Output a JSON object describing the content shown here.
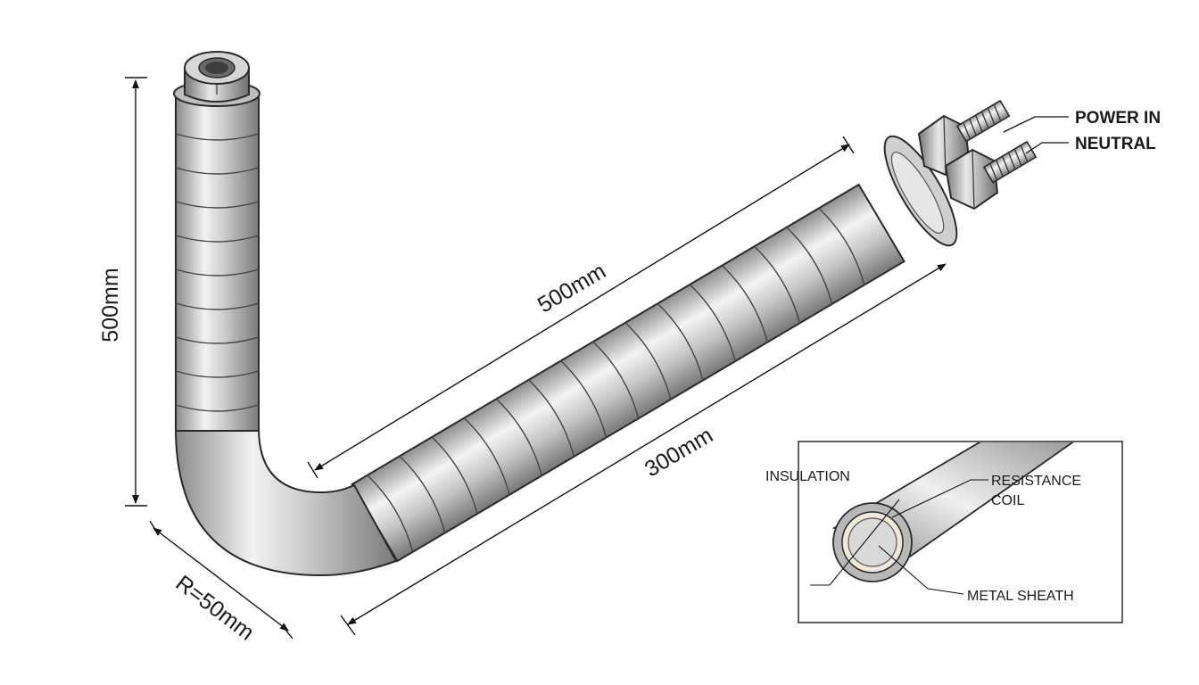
{
  "diagram": {
    "dimensions": {
      "vertical_length": "500mm",
      "diagonal_length_top": "500mm",
      "diagonal_length_bottom": "300mm",
      "bend_radius": "R=50mm"
    },
    "terminals": {
      "power": "POWER IN",
      "neutral": "NEUTRAL"
    },
    "cross_section": {
      "insulation": "INSULATION",
      "resistance_coil_line1": "RESISTANCE",
      "resistance_coil_line2": "COIL",
      "metal_sheath": "METAL SHEATH"
    }
  }
}
